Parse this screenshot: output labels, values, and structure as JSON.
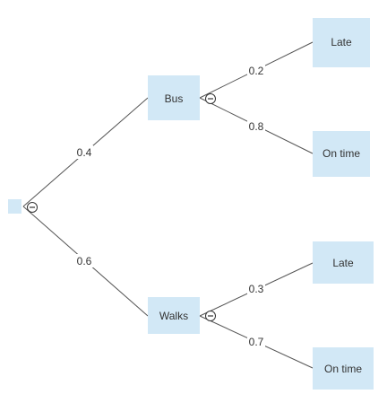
{
  "tree": {
    "root": {
      "label": ""
    },
    "branches": [
      {
        "probability": "0.4",
        "node": {
          "label": "Bus"
        },
        "outcomes": [
          {
            "probability": "0.2",
            "label": "Late"
          },
          {
            "probability": "0.8",
            "label": "On time"
          }
        ]
      },
      {
        "probability": "0.6",
        "node": {
          "label": "Walks"
        },
        "outcomes": [
          {
            "probability": "0.3",
            "label": "Late"
          },
          {
            "probability": "0.7",
            "label": "On time"
          }
        ]
      }
    ]
  },
  "colors": {
    "node_fill": "#d2e8f6",
    "edge": "#555555",
    "text": "#333333"
  }
}
